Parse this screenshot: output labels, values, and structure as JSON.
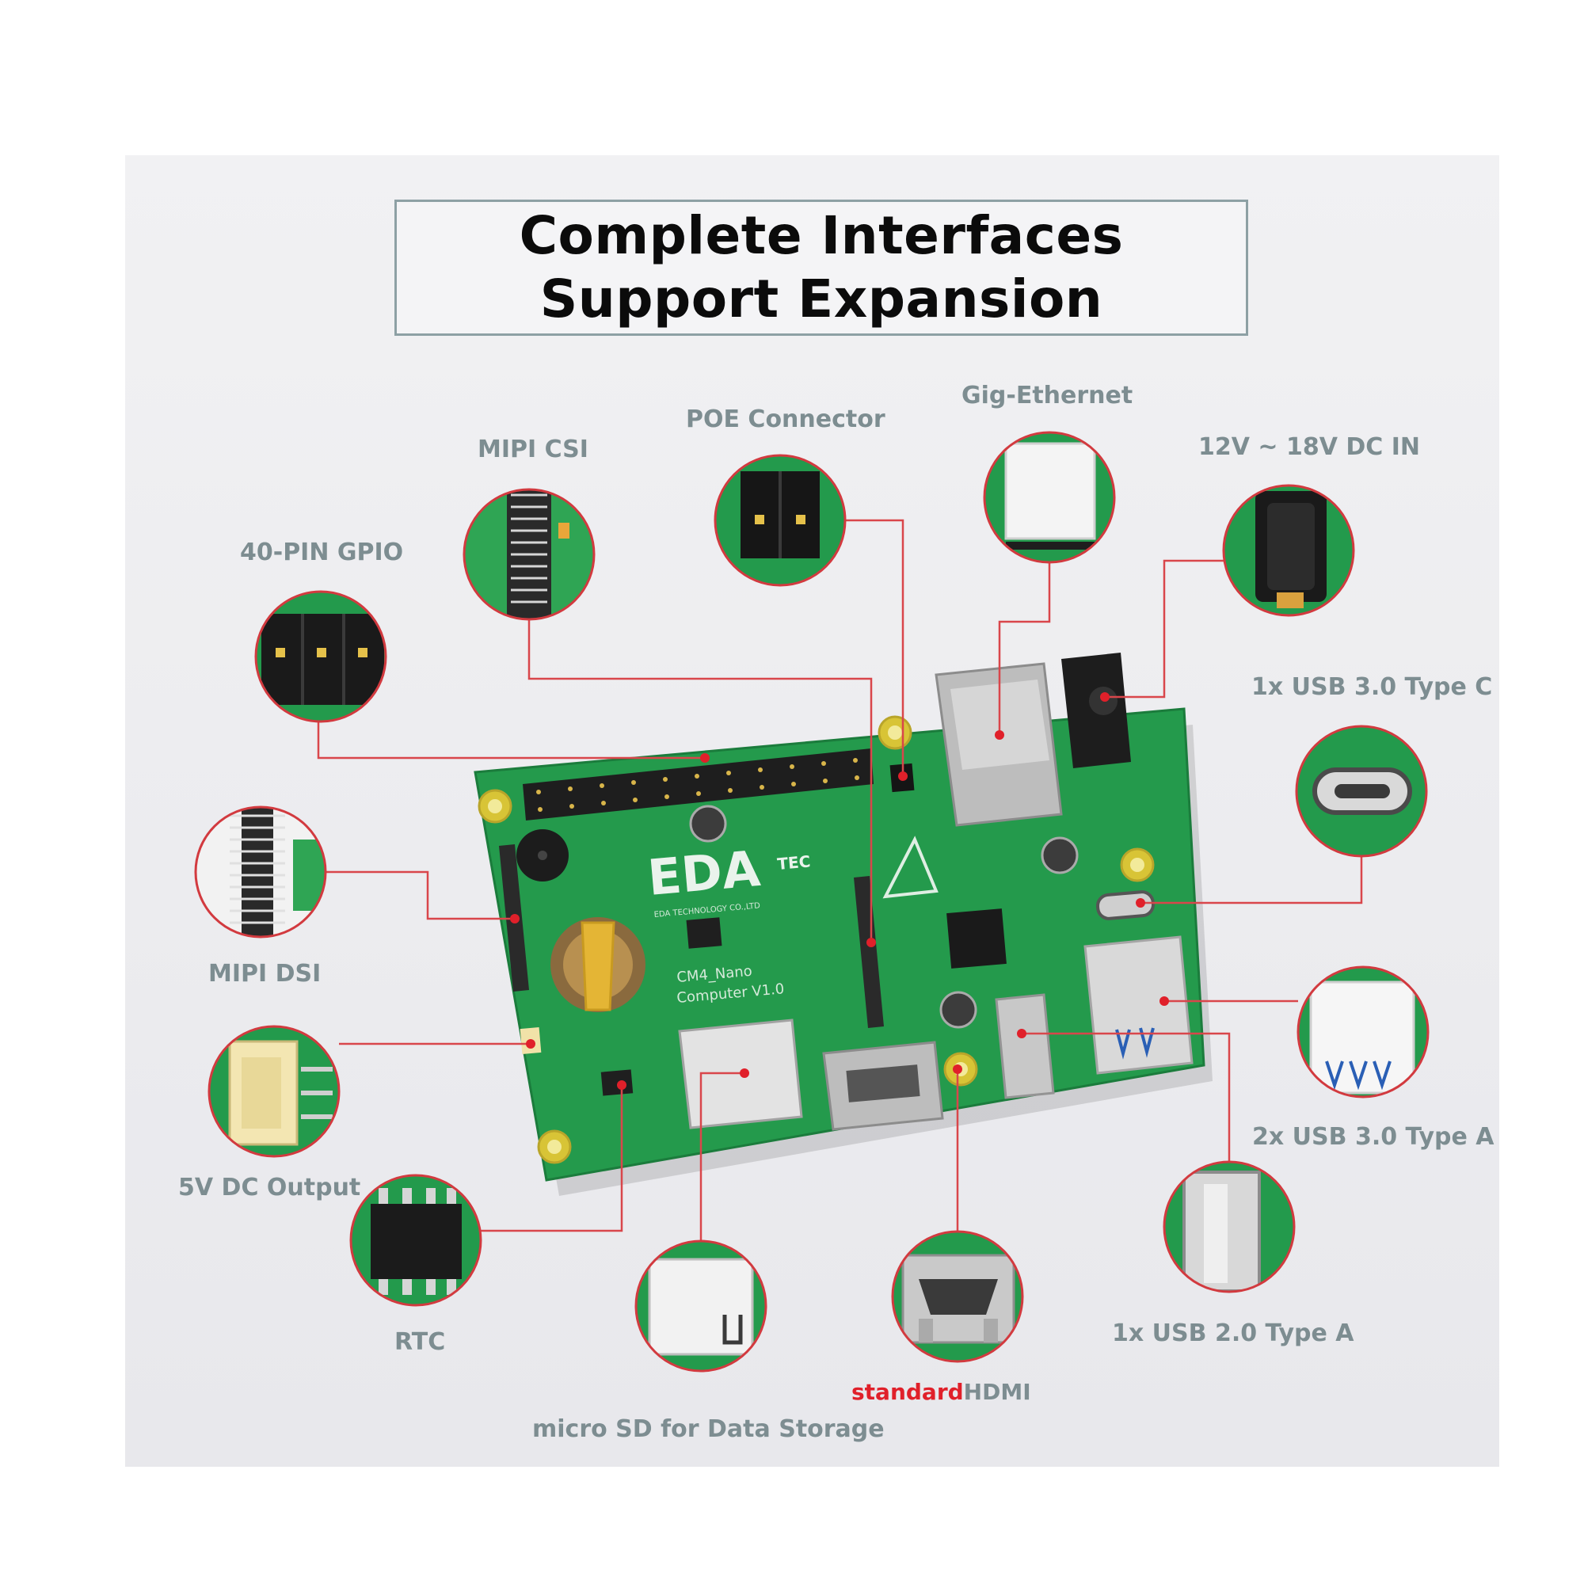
{
  "title": {
    "line1": "Complete Interfaces",
    "line2": "Support Expansion"
  },
  "board": {
    "brand": "EDA",
    "brand_suffix": "TEC",
    "company": "EDA TECHNOLOGY CO.,LTD",
    "model_line1": "CM4_Nano",
    "model_line2": "Computer V1.0"
  },
  "labels": {
    "gpio": "40-PIN GPIO",
    "mipi_csi": "MIPI CSI",
    "poe": "POE Connector",
    "ethernet": "Gig-Ethernet",
    "dc_in": "12V ~ 18V DC IN",
    "usb_c": "1x USB 3.0 Type C",
    "mipi_dsi": "MIPI DSI",
    "usb3a": "2x USB 3.0 Type A",
    "dc_out": "5V DC Output",
    "rtc": "RTC",
    "usb2a": "1x USB 2.0 Type A",
    "sd": "micro SD for Data Storage",
    "hdmi_accent": "standard",
    "hdmi_main": "HDMI"
  },
  "colors": {
    "pcb": "#239a4c",
    "callout_ring": "#d23a3f",
    "leader_line": "#d9464b",
    "label_text": "#7d8d91"
  },
  "icons": [
    "gpio-header-icon",
    "ribbon-connector-icon",
    "poe-jumper-icon",
    "rj45-port-icon",
    "dc-barrel-jack-icon",
    "usb-c-port-icon",
    "usb-a-port-icon",
    "jst-connector-icon",
    "rtc-chip-icon",
    "sd-slot-icon",
    "hdmi-port-icon"
  ]
}
